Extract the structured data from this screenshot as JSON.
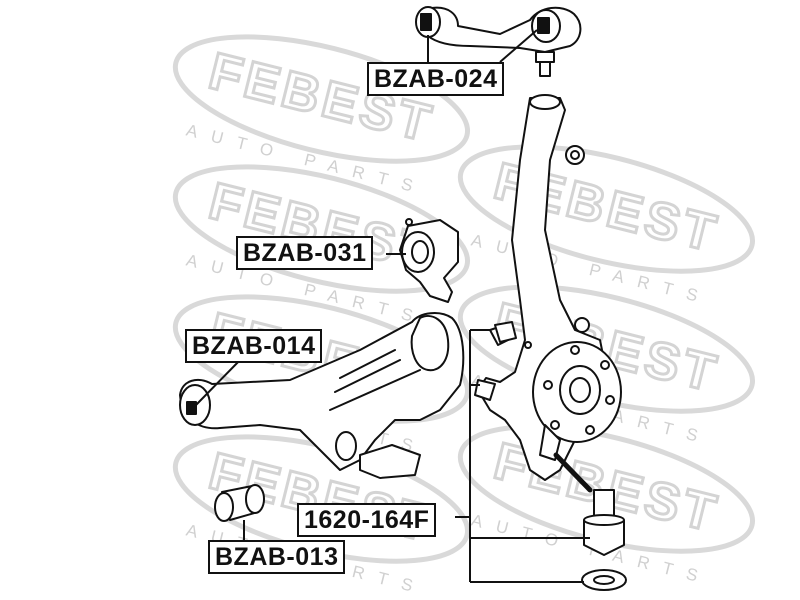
{
  "watermark": {
    "brand": "FEBEST",
    "tagline": "AUTO PARTS",
    "color": "#d6d6d6"
  },
  "labels": {
    "upper_arm": "BZAB-024",
    "arm_bushing_rear": "BZAB-031",
    "lower_arm_bushing": "BZAB-014",
    "lower_arm_bushing_front": "BZAB-013",
    "ball_joint": "1620-164F"
  },
  "colors": {
    "line": "#111111",
    "label_border": "#111111",
    "background": "#ffffff"
  }
}
